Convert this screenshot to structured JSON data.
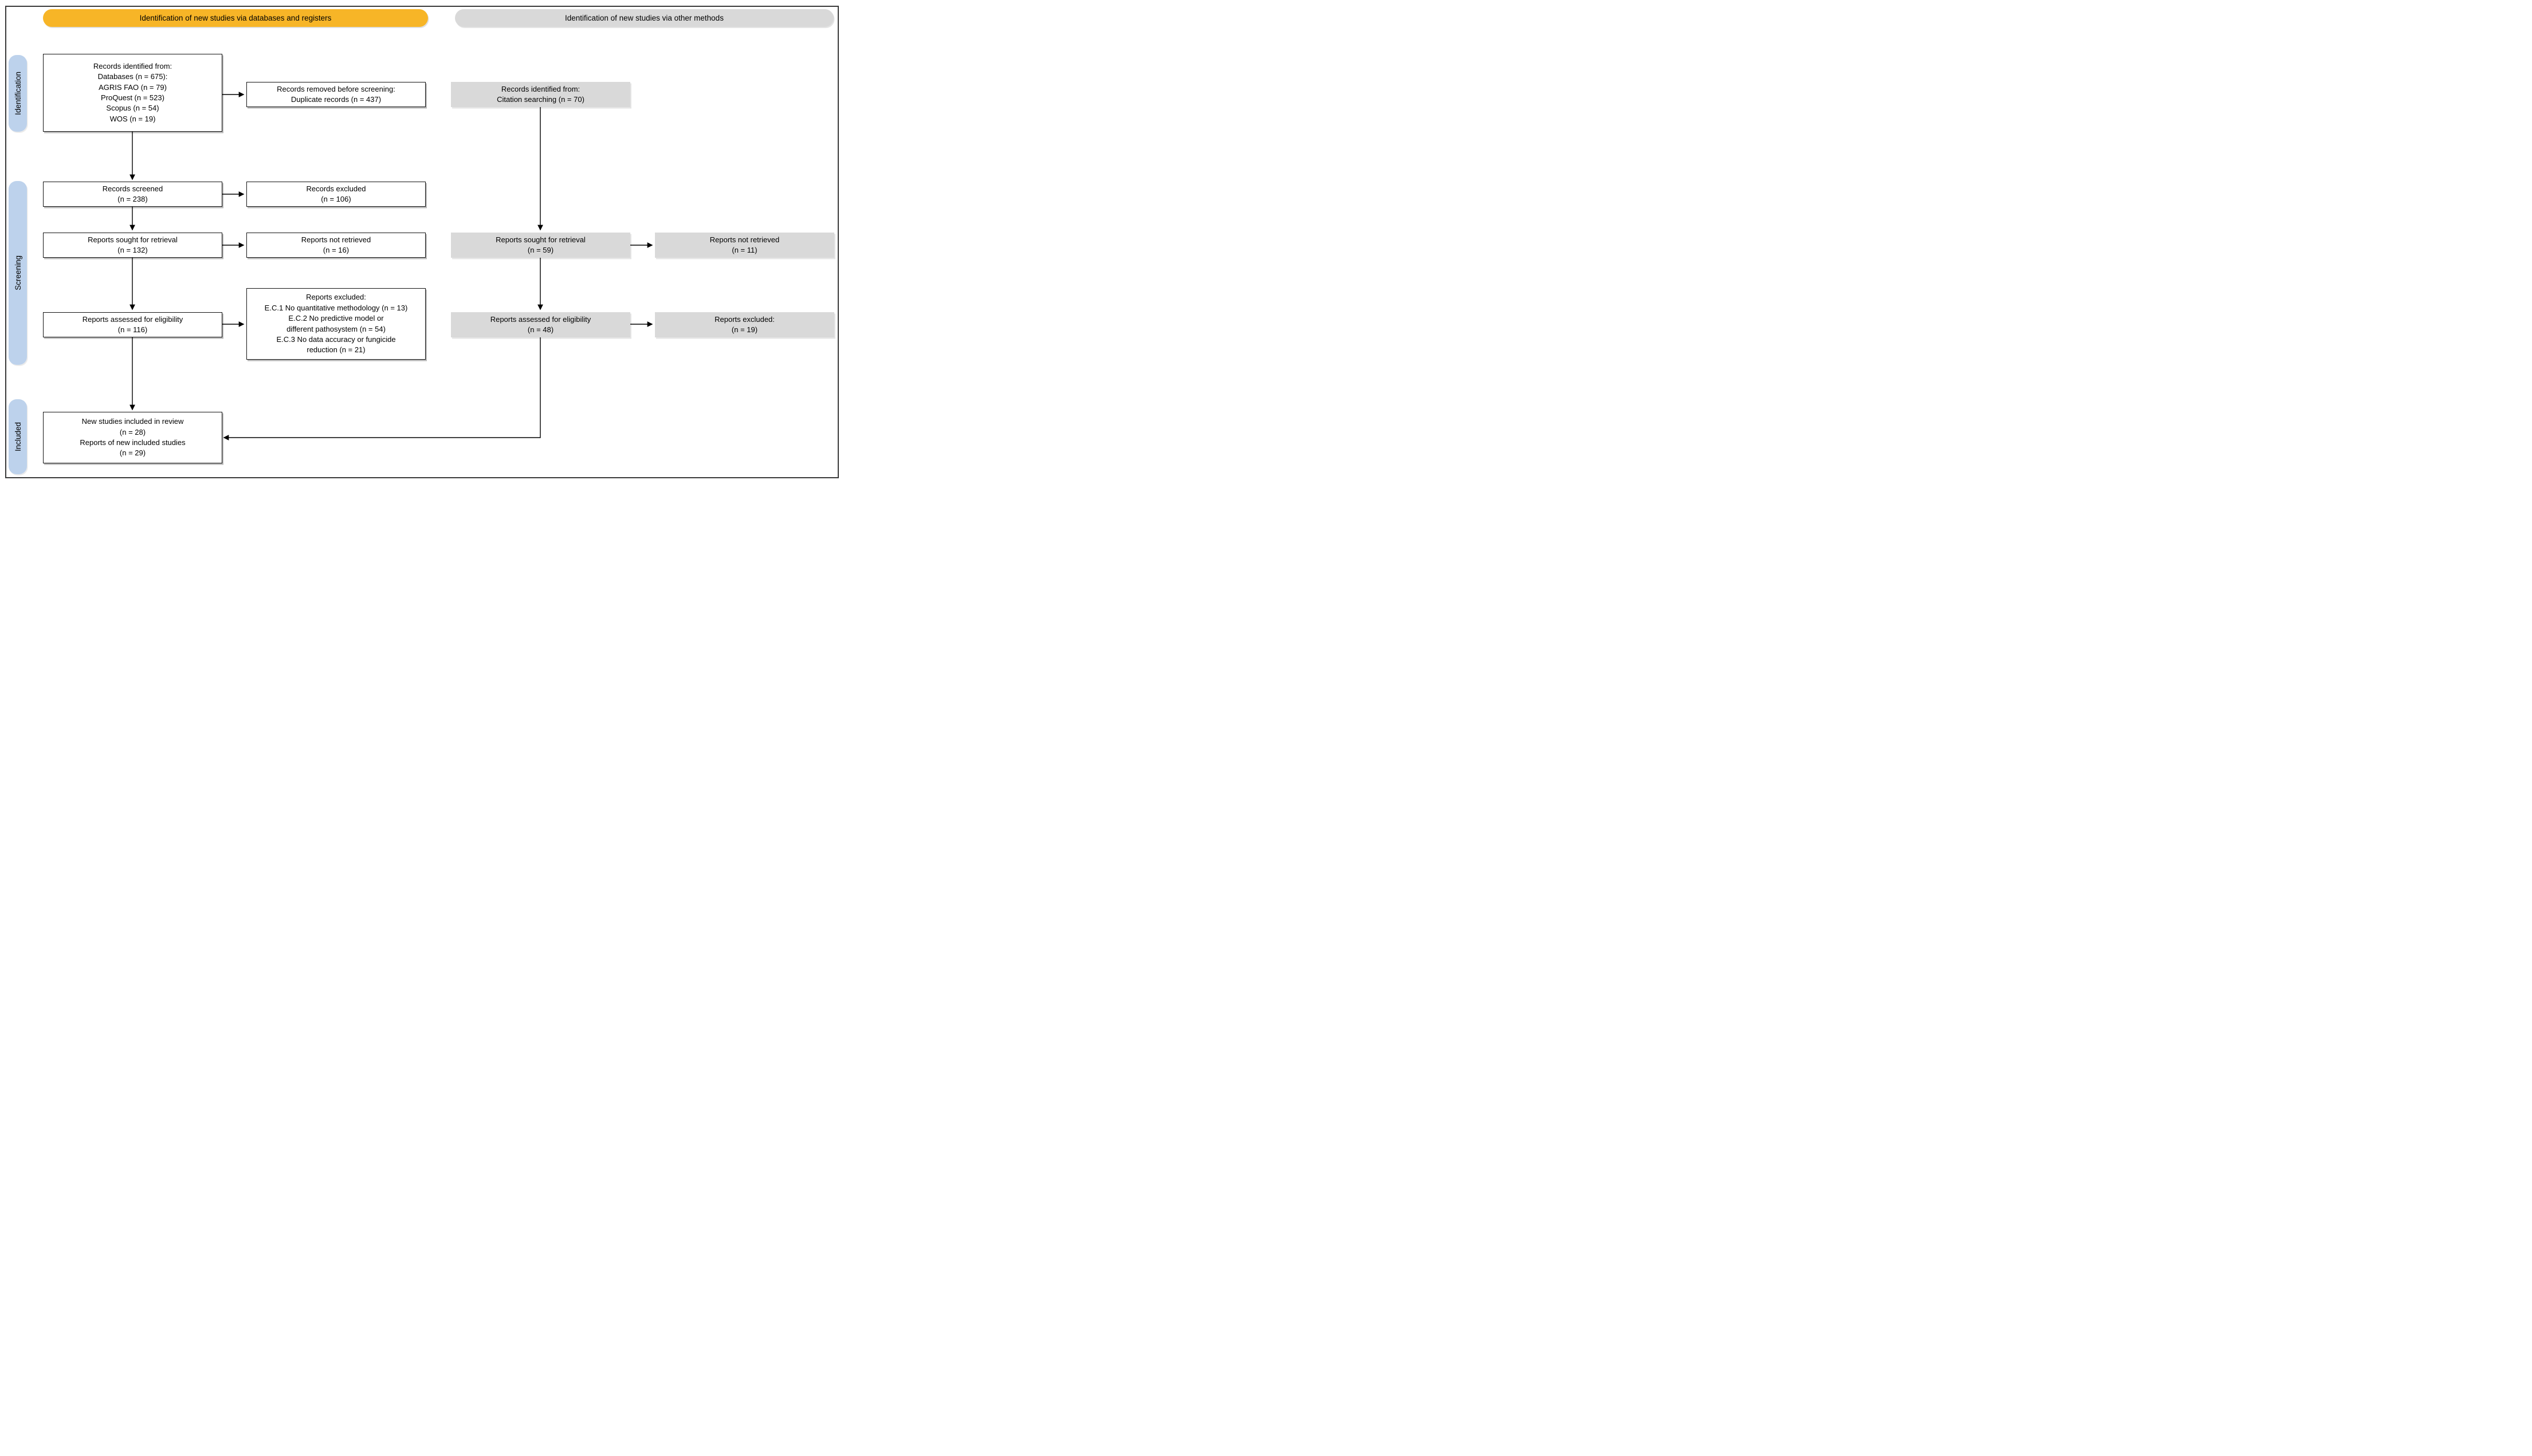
{
  "colors": {
    "header_databases_bg": "#F7B527",
    "header_other_bg": "#D9D9D9",
    "stage_label_bg": "#BDD2EC",
    "gray_box_bg": "#D9D9D9",
    "white_box_bg": "#FFFFFF",
    "box_border": "#141414",
    "frame_border": "#3A3A3A",
    "arrow": "#000000"
  },
  "headers": {
    "databases": "Identification of new studies via databases and registers",
    "other": "Identification of new studies via other methods"
  },
  "stage_labels": {
    "identification": "Identification",
    "screening": "Screening",
    "included": "Included"
  },
  "boxes": {
    "records_identified": {
      "lines": [
        "Records identified from:",
        "Databases (n = 675):",
        "AGRIS FAO (n = 79)",
        "ProQuest (n = 523)",
        "Scopus (n = 54)",
        "WOS (n = 19)"
      ]
    },
    "records_removed": {
      "lines": [
        "Records removed before screening:",
        "Duplicate records (n = 437)"
      ]
    },
    "citation_identified": {
      "lines": [
        "Records identified from:",
        "Citation searching (n = 70)"
      ]
    },
    "records_screened": {
      "lines": [
        "Records screened",
        "(n = 238)"
      ]
    },
    "records_excluded": {
      "lines": [
        "Records excluded",
        "(n = 106)"
      ]
    },
    "reports_sought_db": {
      "lines": [
        "Reports sought for retrieval",
        "(n = 132)"
      ]
    },
    "reports_not_retrieved_db": {
      "lines": [
        "Reports not retrieved",
        "(n = 16)"
      ]
    },
    "reports_sought_other": {
      "lines": [
        "Reports sought for retrieval",
        "(n = 59)"
      ]
    },
    "reports_not_retrieved_other": {
      "lines": [
        "Reports not retrieved",
        "(n = 11)"
      ]
    },
    "reports_assessed_db": {
      "lines": [
        "Reports assessed for eligibility",
        "(n = 116)"
      ]
    },
    "reports_excluded_detail": {
      "lines": [
        "Reports excluded:",
        "E.C.1 No quantitative methodology (n = 13)",
        "E.C.2 No predictive model or",
        "different pathosystem (n = 54)",
        "E.C.3 No data accuracy or fungicide",
        "reduction (n = 21)"
      ]
    },
    "reports_assessed_other": {
      "lines": [
        "Reports assessed for eligibility",
        "(n = 48)"
      ]
    },
    "reports_excluded_other": {
      "lines": [
        "Reports excluded:",
        "(n = 19)"
      ]
    },
    "included_studies": {
      "lines": [
        "New studies included in review",
        "(n = 28)",
        "Reports of new included studies",
        "(n = 29)"
      ]
    }
  }
}
